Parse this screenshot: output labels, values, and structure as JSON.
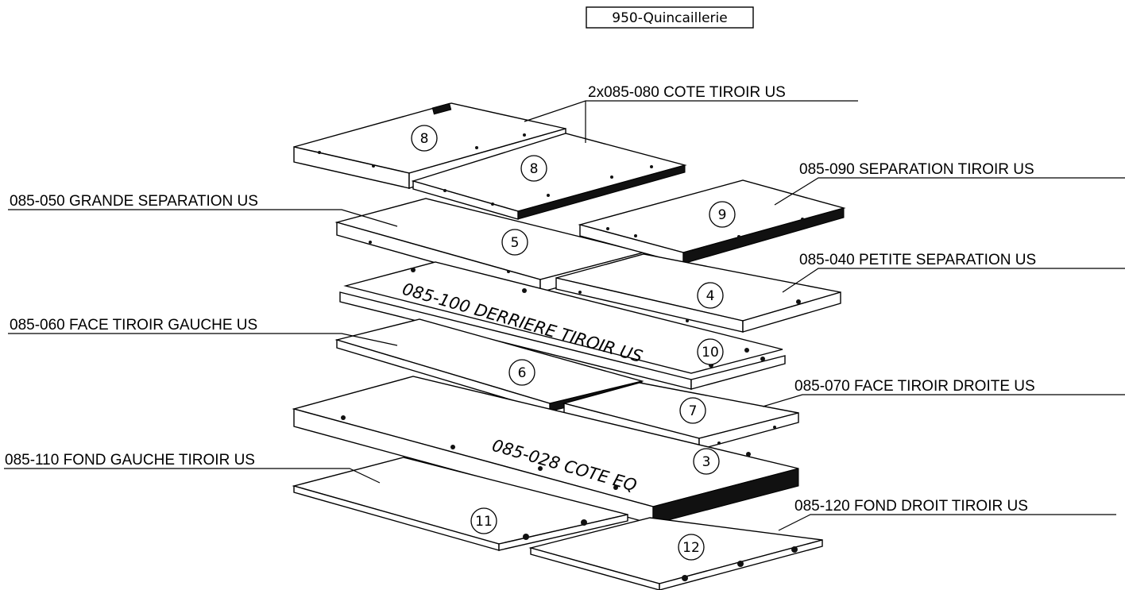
{
  "header": {
    "title": "950-Quincaillerie"
  },
  "callouts": {
    "cote_tiroir": "2x085-080 COTE TIROIR US",
    "separation_tiroir": "085-090 SEPARATION TIROIR US",
    "grande_separation": "085-050 GRANDE SEPARATION US",
    "petite_separation": "085-040 PETITE SEPARATION US",
    "face_gauche": "085-060 FACE TIROIR GAUCHE US",
    "face_droite": "085-070 FACE TIROIR DROITE US",
    "fond_gauche": "085-110 FOND GAUCHE TIROIR US",
    "fond_droit": "085-120 FOND DROIT TIROIR US"
  },
  "inline_labels": {
    "derriere": "085-100 DERRIERE TIROIR US",
    "cote_eq": "085-028 COTE EQ"
  },
  "balloons": {
    "b8a": "8",
    "b8b": "8",
    "b9": "9",
    "b5": "5",
    "b4": "4",
    "b10": "10",
    "b6": "6",
    "b7": "7",
    "b3": "3",
    "b11": "11",
    "b12": "12"
  }
}
